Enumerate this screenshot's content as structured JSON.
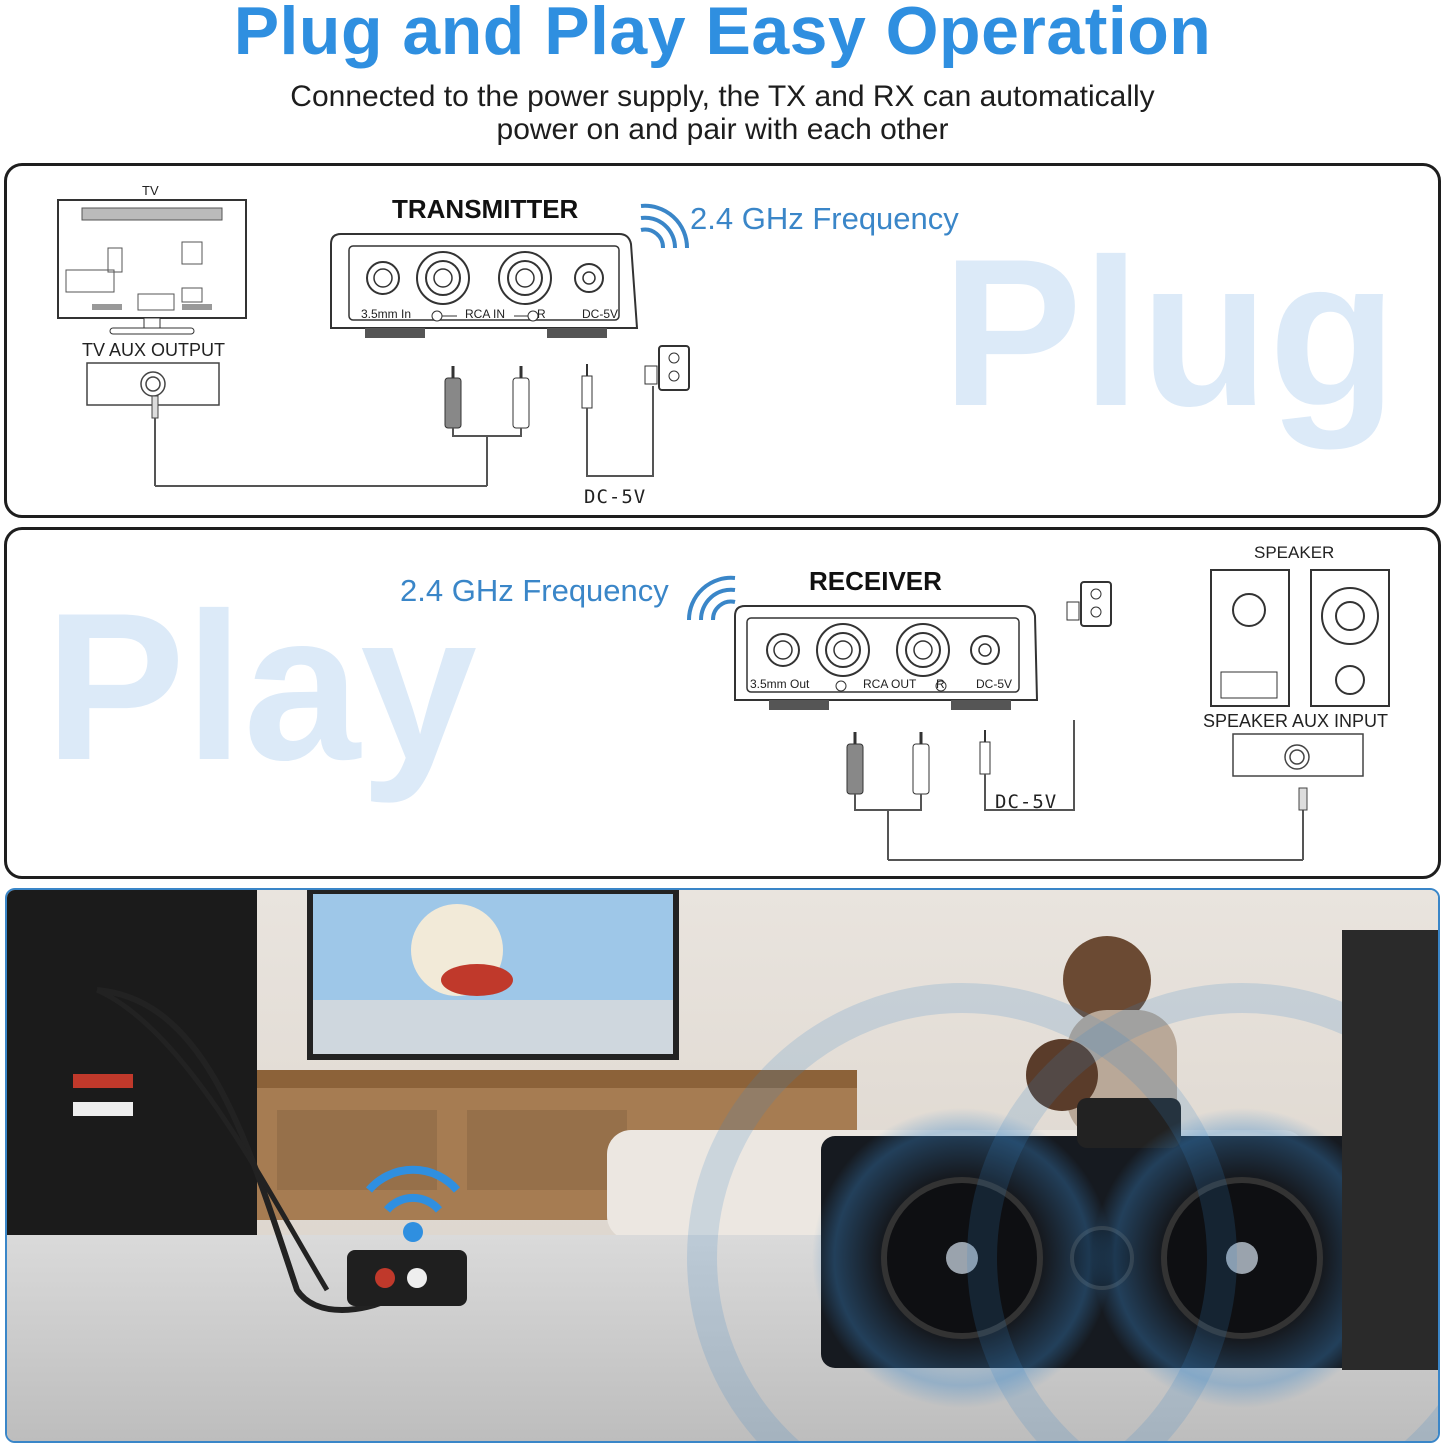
{
  "header": {
    "title": "Plug and Play Easy Operation",
    "subtitle_line1": "Connected to the power supply, the TX and RX can automatically",
    "subtitle_line2": "power on and pair with each other"
  },
  "panel_plug": {
    "watermark": "Plug",
    "tv_label": "TV",
    "tv_aux_label": "TV AUX OUTPUT",
    "device_title": "TRANSMITTER",
    "frequency": "2.4 GHz Frequency",
    "port_35": "3.5mm In",
    "port_rca": "RCA IN",
    "port_r": "R",
    "port_dc": "DC-5V",
    "dc_cable_label": "DC-5V"
  },
  "panel_play": {
    "watermark": "Play",
    "frequency": "2.4 GHz Frequency",
    "device_title": "RECEIVER",
    "port_35": "3.5mm Out",
    "port_rca": "RCA OUT",
    "port_r": "R",
    "port_dc": "DC-5V",
    "dc_cable_label": "DC-5V",
    "speaker_label": "SPEAKER",
    "speaker_aux_label": "SPEAKER AUX INPUT"
  },
  "colors": {
    "accent": "#2f8fe0",
    "frequency_text": "#3a86c8",
    "watermark": "#dceaf8",
    "outline": "#1e1e1e"
  }
}
